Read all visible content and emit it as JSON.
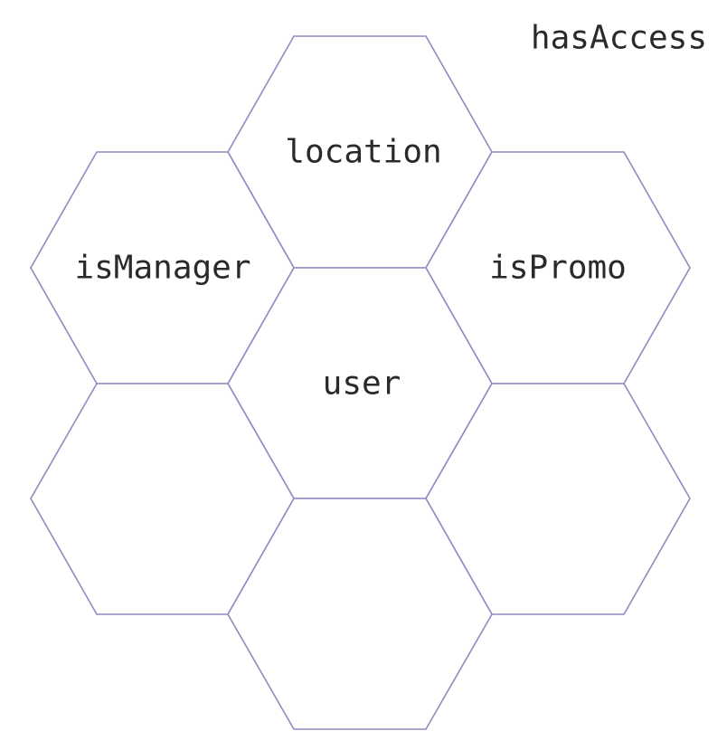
{
  "diagram": {
    "title": "hasAccess",
    "stroke_color": "#8e8bc2",
    "cells": [
      {
        "id": "top",
        "label": "location"
      },
      {
        "id": "upper-left",
        "label": "isManager"
      },
      {
        "id": "upper-right",
        "label": "isPromo"
      },
      {
        "id": "center",
        "label": "user"
      },
      {
        "id": "lower-left",
        "label": ""
      },
      {
        "id": "lower-right",
        "label": ""
      },
      {
        "id": "bottom",
        "label": ""
      }
    ]
  }
}
